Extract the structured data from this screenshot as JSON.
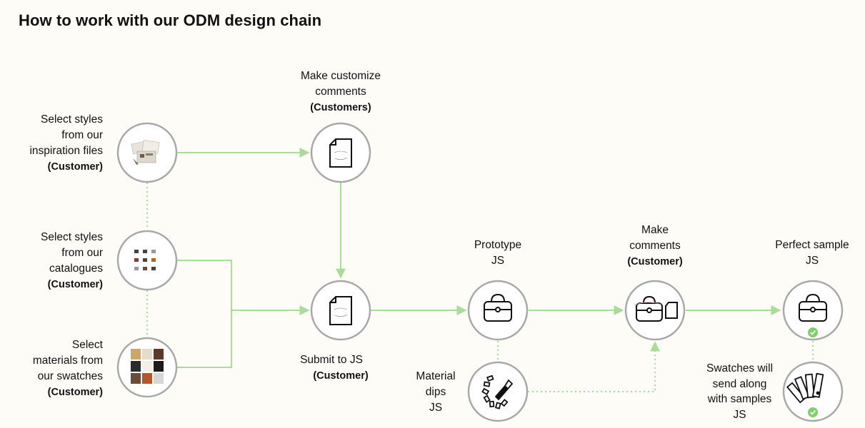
{
  "title": "How to work with our ODM design chain",
  "nodes": {
    "inspiration": {
      "lines": [
        "Select styles",
        "from our",
        "inspiration files"
      ],
      "role": "(Customer)",
      "icon": "mood-board-photo-icon"
    },
    "catalogues": {
      "lines": [
        "Select styles",
        "from our",
        "catalogues"
      ],
      "role": "(Customer)",
      "icon": "catalogue-grid-icon"
    },
    "swatches": {
      "lines": [
        "Select",
        "materials from",
        "our swatches"
      ],
      "role": "(Customer)",
      "icon": "swatch-samples-icon"
    },
    "customize": {
      "lines": [
        "Make customize",
        "comments"
      ],
      "role": "(Customers)",
      "icon": "document-icon"
    },
    "submit": {
      "lines": [
        "Submit to JS"
      ],
      "role": "(Customer)",
      "icon": "document-icon"
    },
    "prototype": {
      "lines": [
        "Prototype",
        "JS"
      ],
      "role": "",
      "icon": "handbag-icon"
    },
    "dips": {
      "lines": [
        "Material",
        "dips",
        "JS"
      ],
      "role": "",
      "icon": "color-dropper-wheel-icon"
    },
    "comments": {
      "lines": [
        "Make",
        "comments"
      ],
      "role": "(Customer)",
      "icon": "handbag-document-icon"
    },
    "perfect": {
      "lines": [
        "Perfect sample",
        "JS"
      ],
      "role": "",
      "icon": "handbag-check-icon"
    },
    "send": {
      "lines": [
        "Swatches will",
        "send along",
        "with samples",
        "JS"
      ],
      "role": "",
      "icon": "fan-deck-check-icon"
    }
  },
  "colors": {
    "connector": "#a8dc98",
    "circle_stroke": "#a9a9a9",
    "check": "#7fcf6a",
    "background": "#fdfcf7"
  }
}
